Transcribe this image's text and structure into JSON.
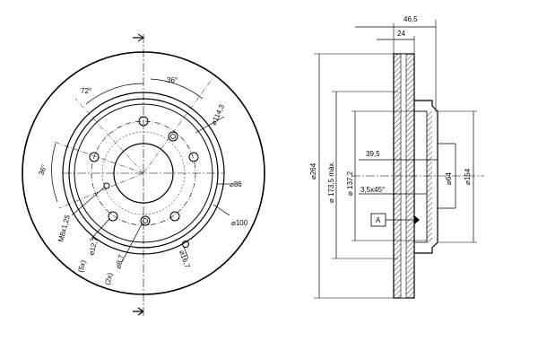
{
  "front_view": {
    "angle_72": "72°",
    "angle_36_top": "36°",
    "angle_36_left": "36°",
    "dia_114_3": "⌀114,3",
    "dia_86": "⌀86",
    "dia_100": "⌀100",
    "thread": "M8x1,25",
    "holes_5": "(5x)",
    "dia_12_7": "⌀12,7",
    "holes_2": "(2x)",
    "dia_8_7": "⌀8,7",
    "dia_16_7": "⌀16,7"
  },
  "side_view": {
    "width_46_5": "46,5",
    "width_24": "24",
    "dia_264": "⌀264",
    "dia_173_5": "⌀ 173,5 máx.",
    "dia_137_2": "⌀ 137,2",
    "depth_39_5": "39,5",
    "chamfer": "3,5x45°",
    "datum_a": "A",
    "dia_64": "⌀64",
    "dia_154": "⌀154"
  }
}
